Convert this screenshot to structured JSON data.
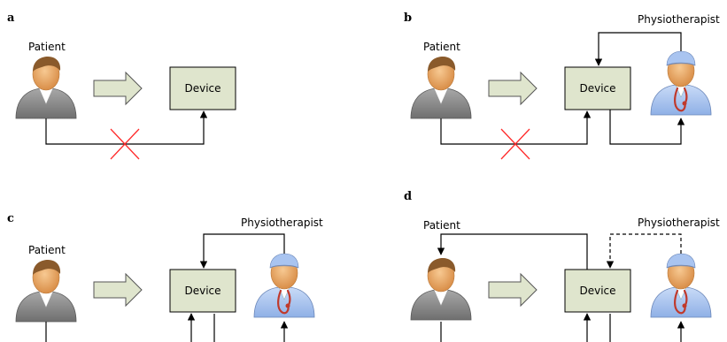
{
  "panels": [
    {
      "letter": "a",
      "patient_label": "Patient",
      "device_label": "Device"
    },
    {
      "letter": "b",
      "patient_label": "Patient",
      "device_label": "Device",
      "physio_label": "Physiotherapist"
    },
    {
      "letter": "c",
      "patient_label": "Patient",
      "device_label": "Device",
      "physio_label": "Physiotherapist"
    },
    {
      "letter": "d",
      "patient_label": "Patient",
      "device_label": "Device",
      "physio_label": "Physiotherapist"
    }
  ],
  "icons": {
    "patient": "patient-icon",
    "physiotherapist": "physiotherapist-icon"
  },
  "colors": {
    "box_fill": "#dfe5cd",
    "cross": "#ff2b2b",
    "skin": "#f0b070",
    "hair": "#8a5a2b",
    "patient_body": "#8f8f8f",
    "physio_body": "#a9c4f0",
    "stethoscope": "#c0392b"
  }
}
